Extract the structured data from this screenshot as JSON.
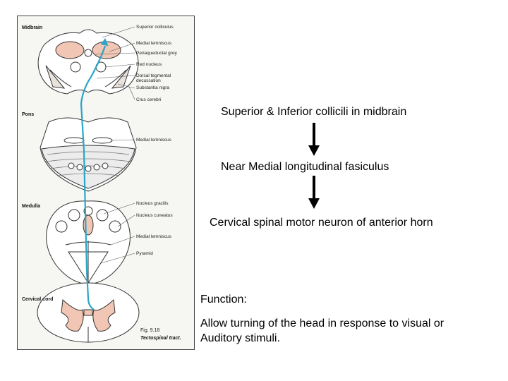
{
  "figure": {
    "levels": {
      "midbrain": "Midbrain",
      "pons": "Pons",
      "medulla": "Medulla",
      "cervical": "Cervical cord"
    },
    "labels": {
      "superior_colliculus": "Superior colliculus",
      "medial_lemniscus_1": "Medial lemniscus",
      "periaqueductal_grey": "Periaqueductal grey",
      "red_nucleus": "Red nucleus",
      "dorsal_tegmental_1": "Dorsal tegmental",
      "dorsal_tegmental_2": "decussation",
      "substantia_nigra": "Substantia nigra",
      "crus_cerebri": "Crus cerebri",
      "medial_lemniscus_pons": "Medial lemniscus",
      "nucleus_gracilis": "Nucleus gracilis",
      "nucleus_cuneatus": "Nucleus cuneatus",
      "medial_lemniscus_medulla": "Medial lemniscus",
      "pyramid": "Pyramid"
    },
    "caption_fig": "Fig. 9.18",
    "caption_title": "Tectospinal tract."
  },
  "flow": {
    "step1": "Superior & Inferior collicili in midbrain",
    "step2": "Near Medial longitudinal fasiculus",
    "step3": "Cervical spinal motor neuron of anterior horn"
  },
  "function": {
    "heading": "Function:",
    "line1": "Allow turning of the head in response to visual or",
    "line2": "Auditory stimuli."
  },
  "colors": {
    "tract": "#2aa6c8",
    "nucleus": "#f2c6b4",
    "outline": "#333333"
  }
}
